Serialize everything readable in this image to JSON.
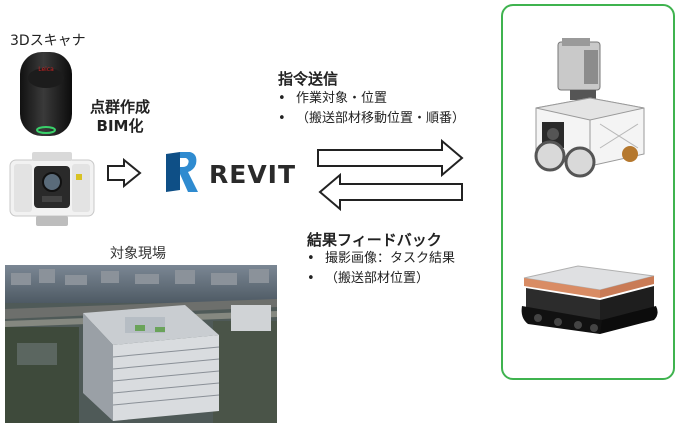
{
  "scanner": {
    "label": "3Dスキャナ",
    "caption_line1": "点群作成",
    "caption_line2": "BIM化"
  },
  "revit": {
    "label": "REVIT"
  },
  "site": {
    "label": "対象現場"
  },
  "command": {
    "title": "指令送信",
    "items": [
      "作業対象・位置",
      "（搬送部材移動位置・順番）"
    ]
  },
  "feedback": {
    "title": "結果フィードバック",
    "items": [
      "撮影画像：タスク結果",
      "（搬送部材位置）"
    ]
  },
  "colors": {
    "robot_box_border": "#3fb34f",
    "revit_logo": "#1f6fb0",
    "arrow_stroke": "#222222"
  }
}
